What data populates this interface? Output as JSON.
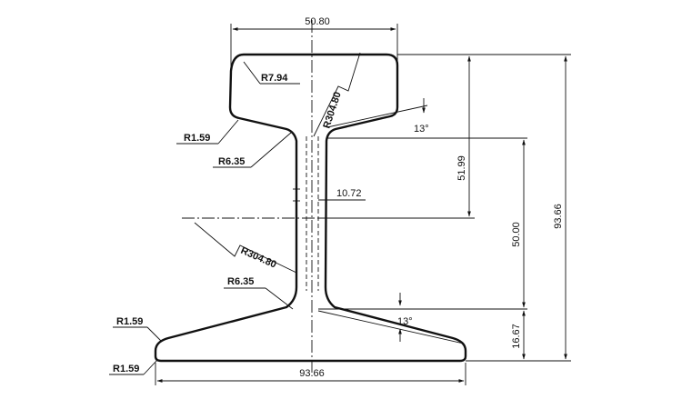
{
  "dimensions": {
    "head_width": "50.80",
    "base_width": "93.66",
    "web_thickness": "10.72",
    "height_total": "93.66",
    "head_to_neutral": "51.99",
    "web_height": "50.00",
    "base_height": "16.67",
    "angle_upper": "13°",
    "angle_lower": "13°"
  },
  "radii": {
    "head_corner": "7.94",
    "head_top": "304.80",
    "head_edge": "1.59",
    "upper_fillet": "6.35",
    "web": "304.80",
    "lower_fillet": "6.35",
    "base_top_edge": "1.59",
    "base_bottom_edge": "1.59"
  },
  "radius_prefix": "R"
}
